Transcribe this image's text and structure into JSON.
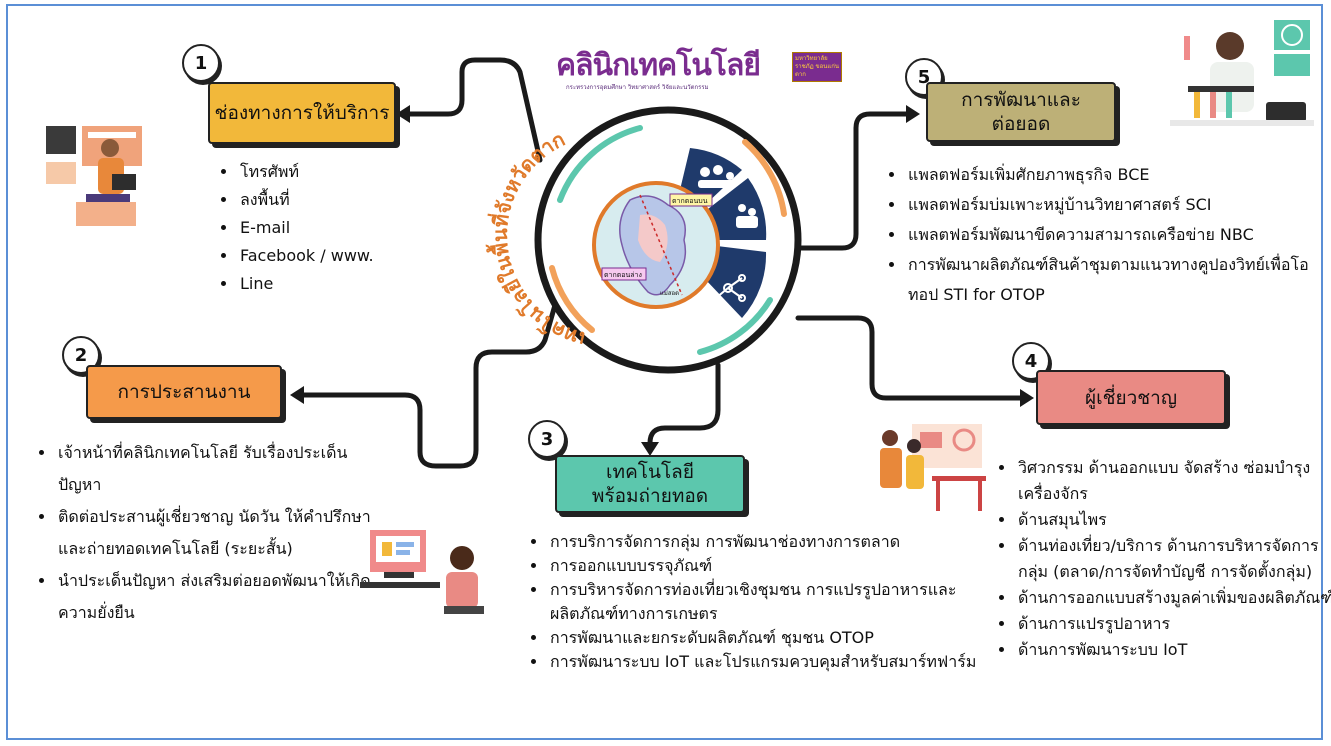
{
  "logo": {
    "title": "คลินิกเทคโนโลยี",
    "sub": "กระทรวงการอุดมศึกษา วิทยาศาสตร์ วิจัยและนวัตกรรม",
    "badge": "มหาวิทยาลัยราชภัฏ ขอนแก่นตาก"
  },
  "center": {
    "ring_text": "เทคโนโลยีในพื้นที่จังหวัดตาก",
    "map_labels": [
      "ตากตอนบน",
      "ตากตอนล่าง",
      "แม่สอด"
    ]
  },
  "sections": [
    {
      "number": "1",
      "title": "ช่องทางการให้บริการ",
      "color": "#f2b83a",
      "items": [
        "โทรศัพท์",
        "ลงพื้นที่",
        "E-mail",
        "Facebook / www.",
        "Line"
      ]
    },
    {
      "number": "2",
      "title": "การประสานงาน",
      "color": "#f59a4a",
      "items": [
        "เจ้าหน้าที่คลินิกเทคโนโลยี รับเรื่องประเด็น ปัญหา",
        "ติดต่อประสานผู้เชี่ยวชาญ นัดวัน ให้คำปรึกษา และถ่ายทอดเทคโนโลยี (ระยะสั้น)",
        "นำประเด็นปัญหา ส่งเสริมต่อยอดพัฒนาให้เกิดความยั่งยืน"
      ]
    },
    {
      "number": "3",
      "title": "เทคโนโลยี\nพร้อมถ่ายทอด",
      "color": "#5cc7ad",
      "items": [
        "การบริการจัดการกลุ่ม การพัฒนาช่องทางการตลาด",
        "การออกแบบบรรจุภัณฑ์",
        "การบริหารจัดการท่องเที่ยวเชิงชุมชน การแปรรูปอาหารและผลิตภัณฑ์ทางการเกษตร",
        "การพัฒนาและยกระดับผลิตภัณฑ์ ชุมชน OTOP",
        "การพัฒนาระบบ IoT และโปรแกรมควบคุมสำหรับสมาร์ทฟาร์ม"
      ]
    },
    {
      "number": "4",
      "title": "ผู้เชี่ยวชาญ",
      "color": "#e98a84",
      "items": [
        "วิศวกรรม ด้านออกแบบ จัดสร้าง ซ่อมบำรุง เครื่องจักร",
        "ด้านสมุนไพร",
        " ด้านท่องเที่ยว/บริการ ด้านการบริหารจัดการกลุ่ม (ตลาด/การจัดทำบัญชี การจัดตั้งกลุ่ม)",
        "ด้านการออกแบบสร้างมูลค่าเพิ่มของผลิตภัณฑ์",
        "ด้านการแปรรูปอาหาร",
        "ด้านการพัฒนาระบบ IoT"
      ]
    },
    {
      "number": "5",
      "title": "การพัฒนาและ\nต่อยอด",
      "color": "#bdb077",
      "items": [
        "แพลตฟอร์มเพิ่มศักยภาพธุรกิจ BCE",
        "แพลตฟอร์มบ่มเพาะหมู่บ้านวิทยาศาสตร์ SCI",
        "แพลตฟอร์มพัฒนาขีดความสามารถเครือข่าย NBC",
        "การพัฒนาผลิตภัณฑ์สินค้าชุมตามแนวทางคูปองวิทย์เพื่อโอทอป STI for OTOP"
      ]
    }
  ],
  "colors": {
    "frame": "#5b8fd6",
    "navy": "#1f3a6b",
    "teal": "#5cc7ad",
    "orange": "#f2a15a"
  },
  "icons": [
    "people-icon",
    "group-icon",
    "network-icon"
  ]
}
